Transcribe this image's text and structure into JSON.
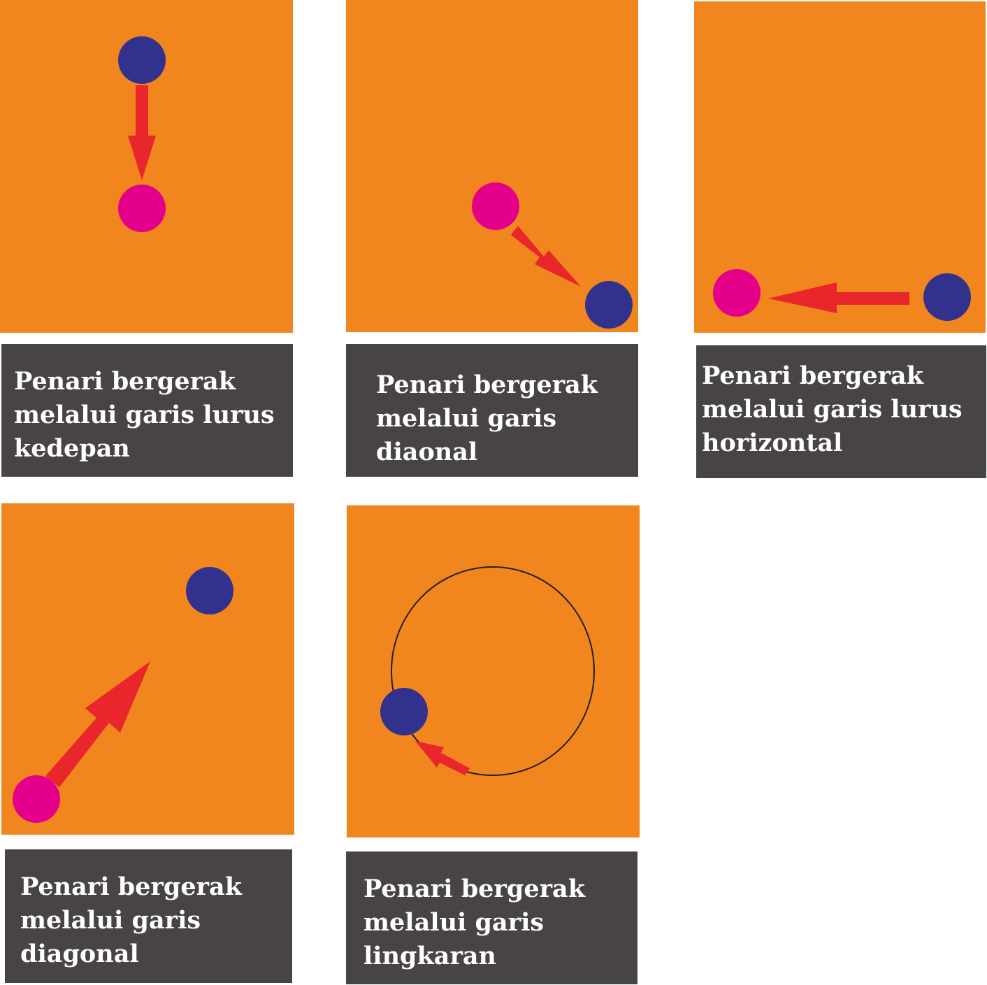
{
  "colors": {
    "panel_background": "#f0861d",
    "caption_background": "#474443",
    "caption_text": "#ffffff",
    "dancer_start": "#e4008a",
    "dancer_end": "#32328e",
    "arrow": "#e8262c",
    "path_line": "#231f20"
  },
  "figures": [
    {
      "id": "lurus-kedepan",
      "caption": [
        "Penari bergerak",
        "melalui garis lurus",
        "kedepan"
      ]
    },
    {
      "id": "diaonal",
      "caption": [
        "Penari bergerak",
        "melalui garis",
        "diaonal"
      ]
    },
    {
      "id": "lurus-horizontal",
      "caption": [
        "Penari bergerak",
        "melalui garis lurus",
        "horizontal"
      ]
    },
    {
      "id": "diagonal",
      "caption": [
        "Penari bergerak",
        "melalui garis",
        "diagonal"
      ]
    },
    {
      "id": "lingkaran",
      "caption": [
        "Penari bergerak",
        "melalui garis",
        "lingkaran"
      ]
    }
  ]
}
